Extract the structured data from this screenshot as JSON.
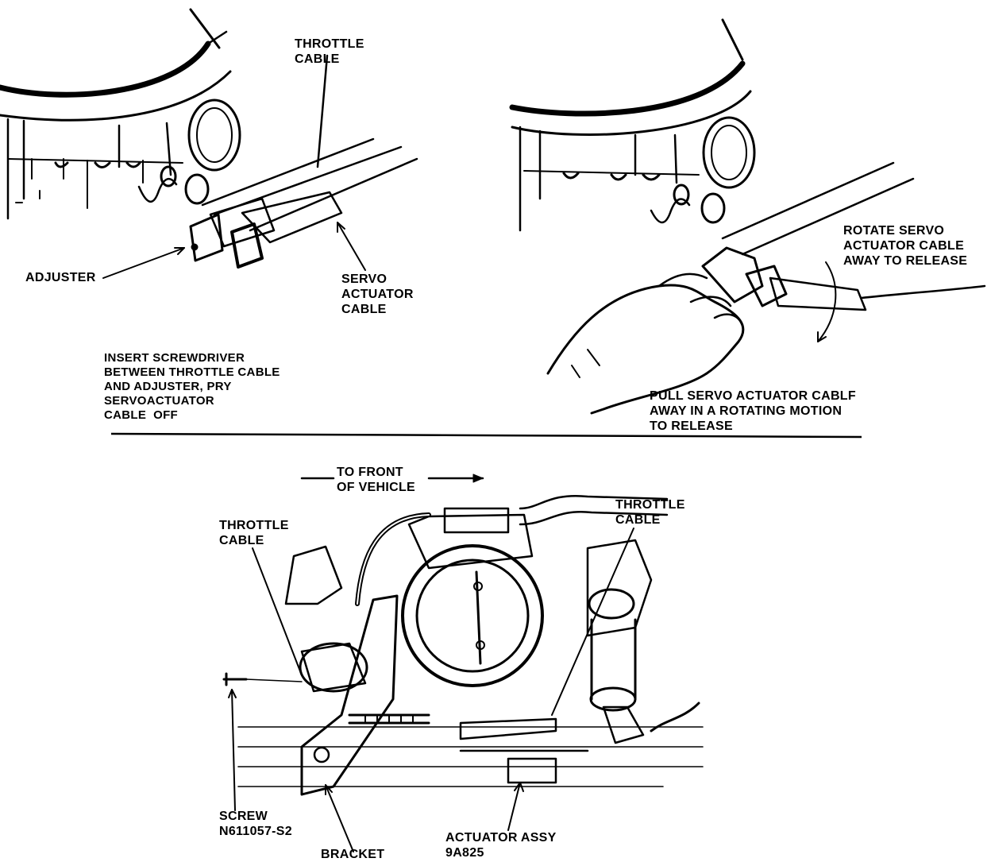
{
  "top_left": {
    "throttle_cable": "THROTTLE\nCABLE",
    "adjuster": "ADJUSTER",
    "servo_actuator_cable": "SERVO\nACTUATOR\nCABLE",
    "instruction": "INSERT SCREWDRIVER\nBETWEEN THROTTLE CABLE\nAND ADJUSTER, PRY\nSERVOACTUATOR\nCABLE  OFF"
  },
  "top_right": {
    "rotate_note": "ROTATE SERVO\nACTUATOR CABLE\nAWAY TO RELEASE",
    "pull_note": "PULL SERVO ACTUATOR CABLF\nAWAY IN A ROTATING MOTION\nTO RELEASE"
  },
  "bottom": {
    "direction": "TO FRONT\nOF VEHICLE",
    "throttle_cable_left": "THROTTLE\nCABLE",
    "throttle_cable_right": "THROTTLE\nCABLE",
    "screw": "SCREW\nN611057-S2",
    "bracket": "BRACKET",
    "actuator": "ACTUATOR ASSY\n9A825"
  }
}
